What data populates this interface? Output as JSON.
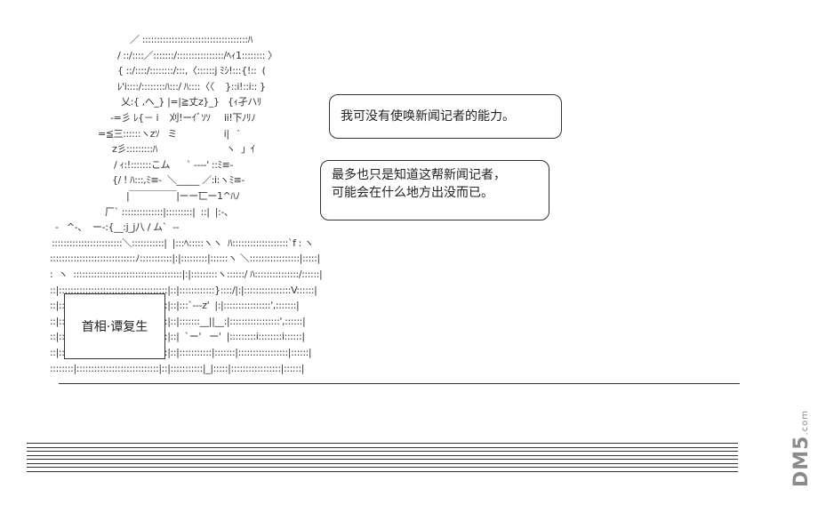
{
  "bubbles": {
    "first": {
      "line1": "我可没有使唤新闻记者的能力。"
    },
    "second": {
      "line1": "最多也只是知道这帮新闻记者，",
      "line2": "可能会在什么地方出没而已。"
    }
  },
  "sign": {
    "text": "首相·谭复生"
  },
  "watermark": {
    "main": "DM5",
    "sub": ".com"
  },
  "ascii_art": {
    "lines": [
      "／ ::::::::::::::::::::::::::::::::::::ﾊ",
      "/ ::/::::／:::::::/::::::::::::::::/ﾍｨ1:::::::: 〉",
      "{ ::/::::/::::::::/:::,〈::::::j ﾐｼ!:::{!::  (",
      "ﾚ'i::::/::::::::ﾊ:::/ ﾊ::::〈〈    }::i!::i:: }",
      "乂:{ ,ヘ_} |=|≧丈z}_}   {ｨ孑ハﾘ",
      "-=彡 ﾚ{－ i    刈!ーｲﾞｿｿ     ii!下ﾉﾘﾉ",
      "=≦三::::::ヽzｿ   ミ                 i|   ′",
      "z彡:::::::::ﾊ                         ヽ  」ｲ",
      "/ ｨ:!:::::::こム      ` ‐‐‐‐' ::ﾐ≡-",
      "{/ ! ﾊ:::,ﾐ≡-  ＼_____ ／:i:ヽﾐ≡-",
      "|￣￣￣￣￣|ーー匸ー1^ﾊﾉ",
      "厂` ::::::::::::::|:::::::::|  ::|  |:-、",
      "-   ^-、  ー‐:{__:j_j八 / ム`  -‐",
      "::::::::::::::::::::::::＼:::::::::::|  |:::ﾍ:::::ヽヽ  ﾊ:::::::::::::::::::`f : ヽ",
      ":::::::::::::::::::::::::::::ﾉ:::::::::::|:|:::::::::|::::::ヽ ＼:::::::::::::::::|:::::|",
      ":  ヽ  :::::::::::::::::::::::::::::::::::::|:|:::::::::ヽ::::::/ ﾊ:::::::::::::::/::::::|",
      "::|:::::::::::::::::::::::::::::::::::::|::|::::::::::::}::::/|:|::::::::::::::::V::::::|",
      "::|:::::::::::::::::::::::::::::::::::::|::|:::`‐‐‐z'  |:|::::::::::::::::',:::::::|",
      "::|:::::::::::::::::::::::::::::::::::::|::|:::::::__||__:|:::::::::::::::::',::::::|",
      "::|:::::::::::::::::::::::::::::::::::::|::|  `ー'   ー'  |:::::::::i::::::::i::::::|",
      "::|:::::::::::::::::::::::::::::::::::::|::|:::::::::::|:::::::|:::::::::::::::::|::::::|",
      "::::::::|::::::::::::::::::::::::::::|::|:::::::::::|_|:::::|:::::::::::::::::|::::::|"
    ]
  }
}
